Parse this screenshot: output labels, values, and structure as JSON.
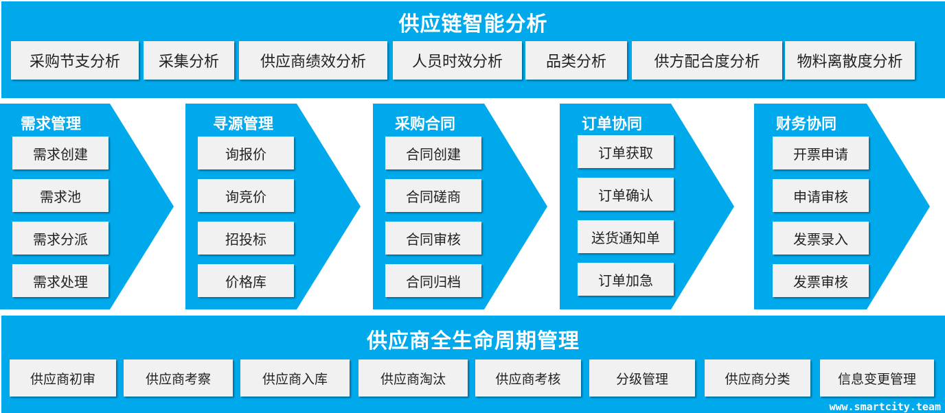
{
  "header": {
    "title": "供应链智能分析",
    "items": [
      "采购节支分析",
      "采集分析",
      "供应商绩效分析",
      "人员时效分析",
      "品类分析",
      "供方配合度分析",
      "物料离散度分析"
    ]
  },
  "stages": [
    {
      "title": "需求管理",
      "items": [
        "需求创建",
        "需求池",
        "需求分派",
        "需求处理"
      ]
    },
    {
      "title": "寻源管理",
      "items": [
        "询报价",
        "询竞价",
        "招投标",
        "价格库"
      ]
    },
    {
      "title": "采购合同",
      "items": [
        "合同创建",
        "合同磋商",
        "合同审核",
        "合同归档"
      ]
    },
    {
      "title": "订单协同",
      "items": [
        "订单获取",
        "订单确认",
        "送货通知单",
        "订单加急"
      ]
    },
    {
      "title": "财务协同",
      "items": [
        "开票申请",
        "申请审核",
        "发票录入",
        "发票审核"
      ]
    }
  ],
  "footer": {
    "title": "供应商全生命周期管理",
    "items": [
      "供应商初审",
      "供应商考察",
      "供应商入库",
      "供应商淘汰",
      "供应商考核",
      "分级管理",
      "供应商分类",
      "信息变更管理"
    ]
  },
  "watermark": "www.smartcity.team",
  "colors": {
    "panel": "#00a8ec",
    "box": "#f1f1f1",
    "text": "#222222",
    "title": "#ffffff"
  }
}
